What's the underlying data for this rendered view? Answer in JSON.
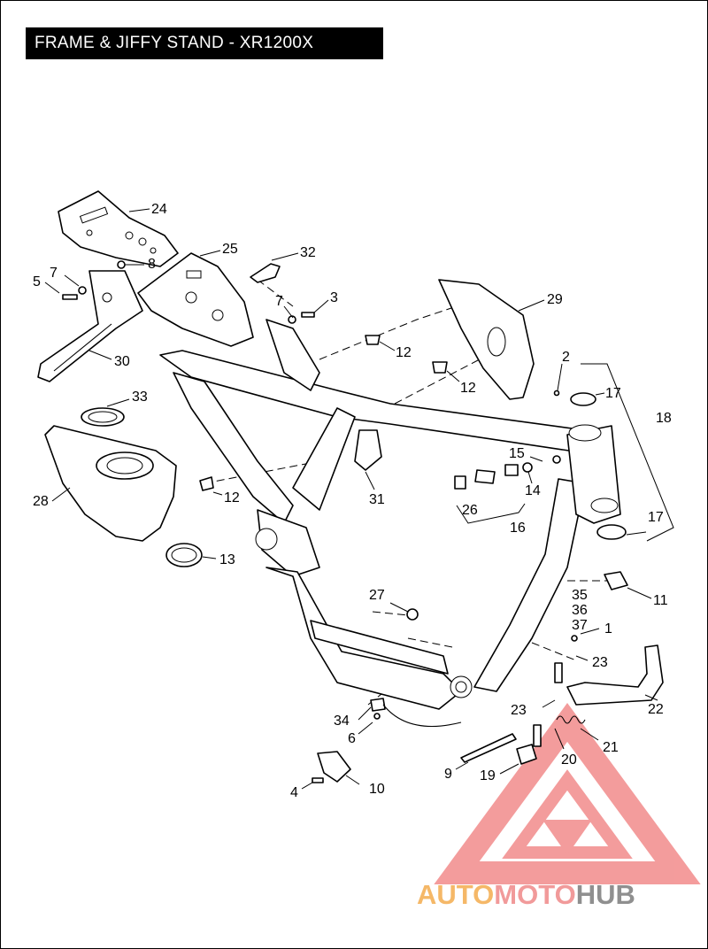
{
  "title": "FRAME & JIFFY STAND - XR1200X",
  "callouts": [
    {
      "label": "24"
    },
    {
      "label": "25"
    },
    {
      "label": "32"
    },
    {
      "label": "8"
    },
    {
      "label": "7"
    },
    {
      "label": "5"
    },
    {
      "label": "7"
    },
    {
      "label": "3"
    },
    {
      "label": "30"
    },
    {
      "label": "29"
    },
    {
      "label": "12"
    },
    {
      "label": "12"
    },
    {
      "label": "2"
    },
    {
      "label": "17"
    },
    {
      "label": "18"
    },
    {
      "label": "33"
    },
    {
      "label": "15"
    },
    {
      "label": "14"
    },
    {
      "label": "31"
    },
    {
      "label": "12"
    },
    {
      "label": "28"
    },
    {
      "label": "26"
    },
    {
      "label": "16"
    },
    {
      "label": "17"
    },
    {
      "label": "13"
    },
    {
      "label": "11"
    },
    {
      "label": "35"
    },
    {
      "label": "27"
    },
    {
      "label": "36"
    },
    {
      "label": "37"
    },
    {
      "label": "1"
    },
    {
      "label": "23"
    },
    {
      "label": "22"
    },
    {
      "label": "23"
    },
    {
      "label": "34"
    },
    {
      "label": "6"
    },
    {
      "label": "21"
    },
    {
      "label": "20"
    },
    {
      "label": "9"
    },
    {
      "label": "19"
    },
    {
      "label": "4"
    },
    {
      "label": "10"
    }
  ],
  "watermark": {
    "part1": "AUTO",
    "part2": "MOTO",
    "part3": "HUB",
    "color_auto": "#f5b868",
    "color_moto": "#f19a9a",
    "color_hub": "#8f8f8f",
    "triangle_color": "#f28b8b"
  }
}
